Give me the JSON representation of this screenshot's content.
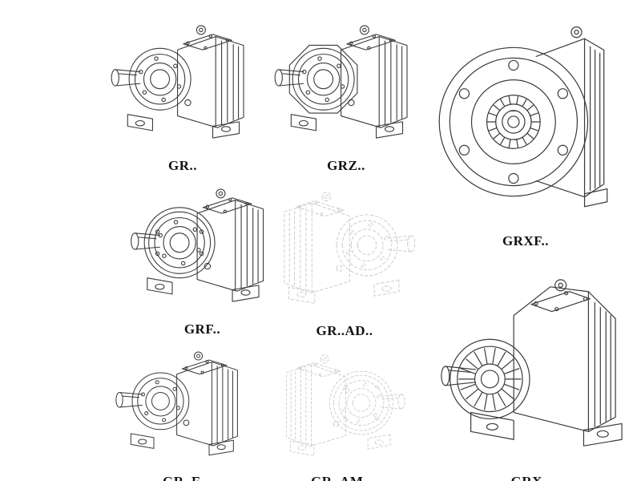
{
  "figures": [
    {
      "id": "gr",
      "label": "GR..",
      "type": "foot-mounted helical gear unit, isometric line drawing"
    },
    {
      "id": "grz",
      "label": "GRZ..",
      "type": "foot-mounted helical gear unit with octagonal bearing flange, isometric line drawing"
    },
    {
      "id": "grxf",
      "label": "GRXF..",
      "type": "flange-mounted helical gear unit, front flange view line drawing"
    },
    {
      "id": "grf",
      "label": "GRF..",
      "type": "flange foot-mounted helical gear unit, isometric line drawing"
    },
    {
      "id": "grad",
      "label": "GR..AD..",
      "type": "helical gear unit with input adapter, ghosted dashed line drawing"
    },
    {
      "id": "grx",
      "label": "GRX..",
      "type": "large foot-mounted helical gear unit with ribbed bearing face, isometric line drawing"
    },
    {
      "id": "grff",
      "label": "GR..F",
      "type": "foot-mounted helical gear unit, isometric line drawing"
    },
    {
      "id": "gram",
      "label": "GR..AM..",
      "type": "helical gear unit with motor mounting flange, ghosted dashed line drawing"
    }
  ],
  "colors": {
    "line": "#3a3a3a",
    "ghost_line": "#c7c7c7",
    "label": "#111111",
    "background": "#ffffff"
  }
}
